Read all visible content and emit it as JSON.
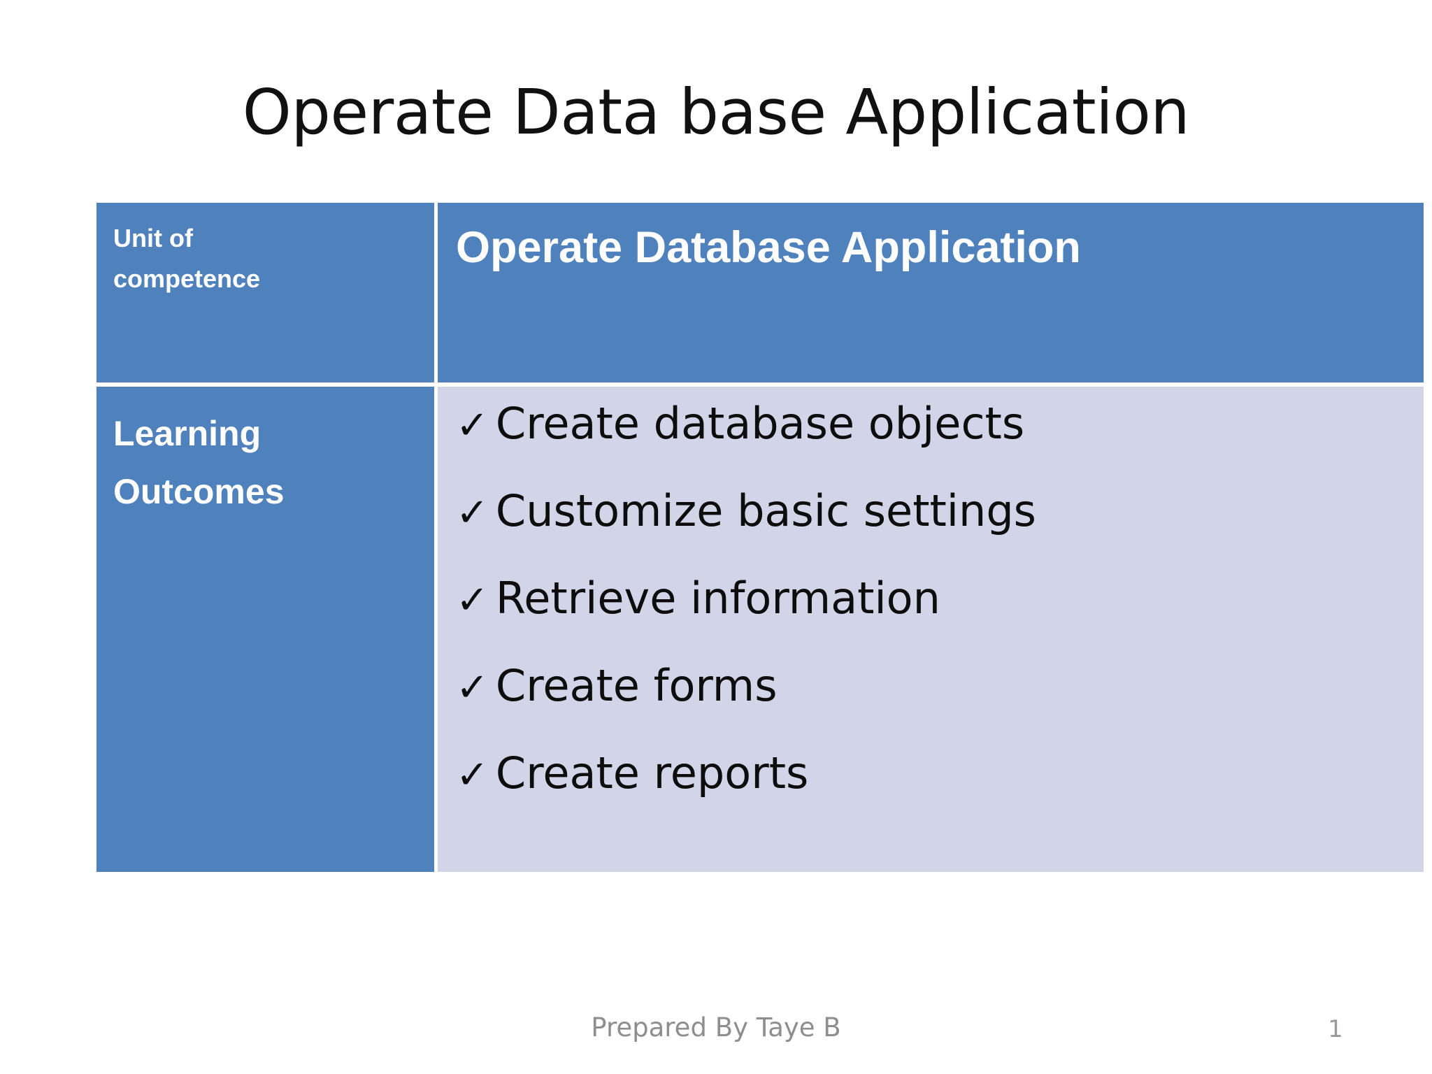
{
  "slide": {
    "title": "Operate Data base Application",
    "page_number": "1",
    "credit": "Prepared By Taye B"
  },
  "colors": {
    "header_blue": "#4F81BD",
    "body_light": "#D1D5E7",
    "title_text": "#111111",
    "cell_label_text": "#FFFFFF",
    "footer_text": "#8E8E8E"
  },
  "table": {
    "rows": [
      {
        "label_line1": "Unit of",
        "label_line2": "competence",
        "value_heading": "Operate  Database Application"
      },
      {
        "label_line1": "Learning",
        "label_line2": "Outcomes",
        "items": [
          "Create database objects",
          "Customize basic settings",
          "Retrieve information",
          "Create forms",
          "Create reports"
        ]
      }
    ]
  },
  "icons": {
    "check": "✓"
  }
}
